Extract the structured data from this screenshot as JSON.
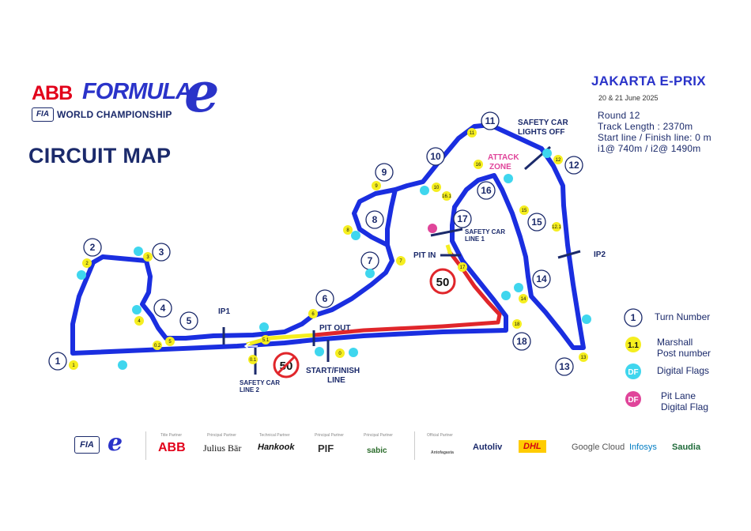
{
  "brand": {
    "abb": "ABB",
    "formula": "FORMULA",
    "e": "e",
    "fia": "FIA",
    "championship": "WORLD CHAMPIONSHIP"
  },
  "map_title": "CIRCUIT MAP",
  "event": {
    "title": "JAKARTA E-PRIX",
    "date": "20 & 21 June 2025",
    "round": "Round 12",
    "track_length": "Track Length : 2370m",
    "start_line": "Start line / Finish line: 0 m",
    "intermediates": "i1@ 740m / i2@ 1490m"
  },
  "colors": {
    "track": "#1a2ee0",
    "pit_lane": "#e0262b",
    "yellow_marshal": "#f5ee1f",
    "digital_flag": "#3fd6ee",
    "pit_lane_flag": "#e0459a",
    "navy": "#1b2a6b",
    "attack_zone": "#e0459a"
  },
  "turns": [
    "1",
    "2",
    "3",
    "4",
    "5",
    "6",
    "7",
    "8",
    "9",
    "10",
    "11",
    "12",
    "13",
    "14",
    "15",
    "16",
    "17",
    "18"
  ],
  "marshal_posts": [
    "1",
    "2",
    "3",
    "4",
    "5",
    "0.2",
    "0.1",
    "5.1",
    "6",
    "7",
    "8",
    "9",
    "10",
    "11",
    "12",
    "12.1",
    "13",
    "14",
    "15",
    "16",
    "16.1",
    "17",
    "18",
    "0"
  ],
  "digital_flag_label": "DF",
  "map_labels": {
    "ip1": "IP1",
    "ip2": "IP2",
    "pit_out": "PIT OUT",
    "pit_in": "PIT IN",
    "start_finish": "START/FINISH",
    "start_finish_2": "LINE",
    "sc_line1_a": "SAFETY CAR",
    "sc_line1_b": "LINE 1",
    "sc_line2_a": "SAFETY CAR",
    "sc_line2_b": "LINE 2",
    "sc_lights_a": "SAFETY CAR",
    "sc_lights_b": "LIGHTS OFF",
    "attack_a": "ATTACK",
    "attack_b": "ZONE",
    "speed_limit": "50"
  },
  "legend": {
    "turn_symbol": "1",
    "turn_label": "Turn Number",
    "marshal_symbol": "1.1",
    "marshal_label_a": "Marshall",
    "marshal_label_b": "Post number",
    "df_symbol": "DF",
    "df_label": "Digital Flags",
    "pit_symbol": "DF",
    "pit_label_a": "Pit Lane",
    "pit_label_b": "Digital Flag"
  },
  "partners": {
    "title_partner_label": "Title Partner",
    "title_partner": "ABB",
    "principal1_label": "Principal Partner",
    "principal1": "Julius Bär",
    "technical_label": "Technical Partner",
    "technical": "Hankook",
    "principal2_label": "Principal Partner",
    "principal2": "PIF",
    "principal3_label": "Principal Partner",
    "principal3": "sabic",
    "official_label": "Official Partner",
    "official": [
      "Antofagasta",
      "Autoliv",
      "DHL",
      "Google Cloud",
      "Infosys",
      "Saudia"
    ]
  }
}
